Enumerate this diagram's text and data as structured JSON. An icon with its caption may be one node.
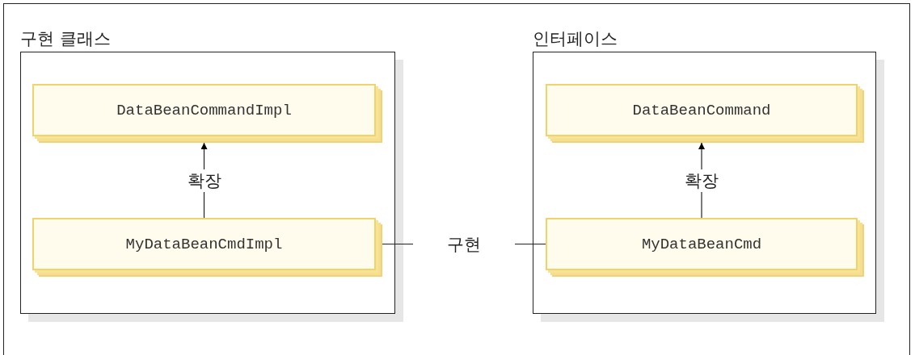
{
  "diagram": {
    "nodes": [
      {
        "text": [
          "구현 클래스"
        ]
      },
      {
        "text": [
          "DataBeanCommandImpl"
        ],
        "in": 0
      },
      {
        "text": [
          "MyDataBeanCmdImpl"
        ],
        "in": 0
      },
      {
        "text": [
          "인터페이스"
        ]
      },
      {
        "text": [
          "DataBeanCommand"
        ],
        "in": 3
      },
      {
        "text": [
          "MyDataBeanCmd"
        ],
        "in": 3
      }
    ],
    "edges": [
      {
        "from": 2,
        "to": 1,
        "arrow": "to",
        "label": "확장"
      },
      {
        "from": 5,
        "to": 4,
        "arrow": "to",
        "label": "확장"
      },
      {
        "from": 2,
        "to": 5,
        "arrow": "none",
        "label": "구현"
      }
    ]
  }
}
